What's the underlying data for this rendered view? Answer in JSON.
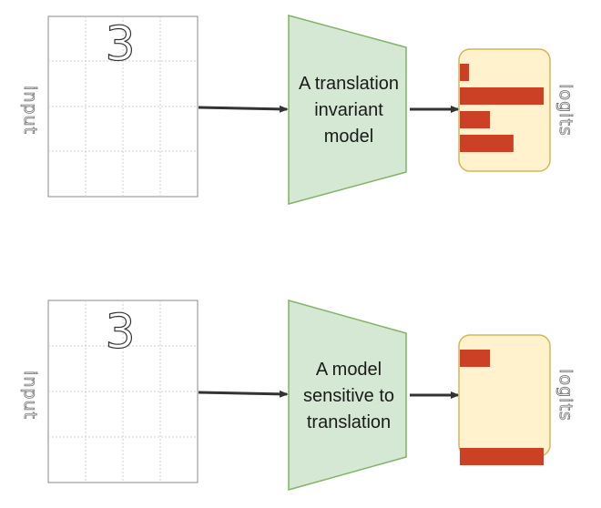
{
  "panels": [
    {
      "input_label": "input",
      "digit": "3",
      "model_lines": [
        "A translation",
        "invariant",
        "model"
      ],
      "logits_label": "logits",
      "logit_bars": [
        0.11,
        1.0,
        0.36,
        0.64,
        0,
        0
      ],
      "colors": {
        "model_fill": "#d5e8d4",
        "logits_fill": "#fff2cc",
        "bar": "#cc4125"
      }
    },
    {
      "input_label": "input",
      "digit": "3",
      "model_lines": [
        "A model",
        "sensitive to",
        "translation"
      ],
      "logits_label": "logits",
      "logit_bars": [
        0.36,
        0,
        0,
        0,
        1.0
      ],
      "colors": {
        "model_fill": "#d5e8d4",
        "logits_fill": "#fff2cc",
        "bar": "#cc4125"
      }
    }
  ]
}
